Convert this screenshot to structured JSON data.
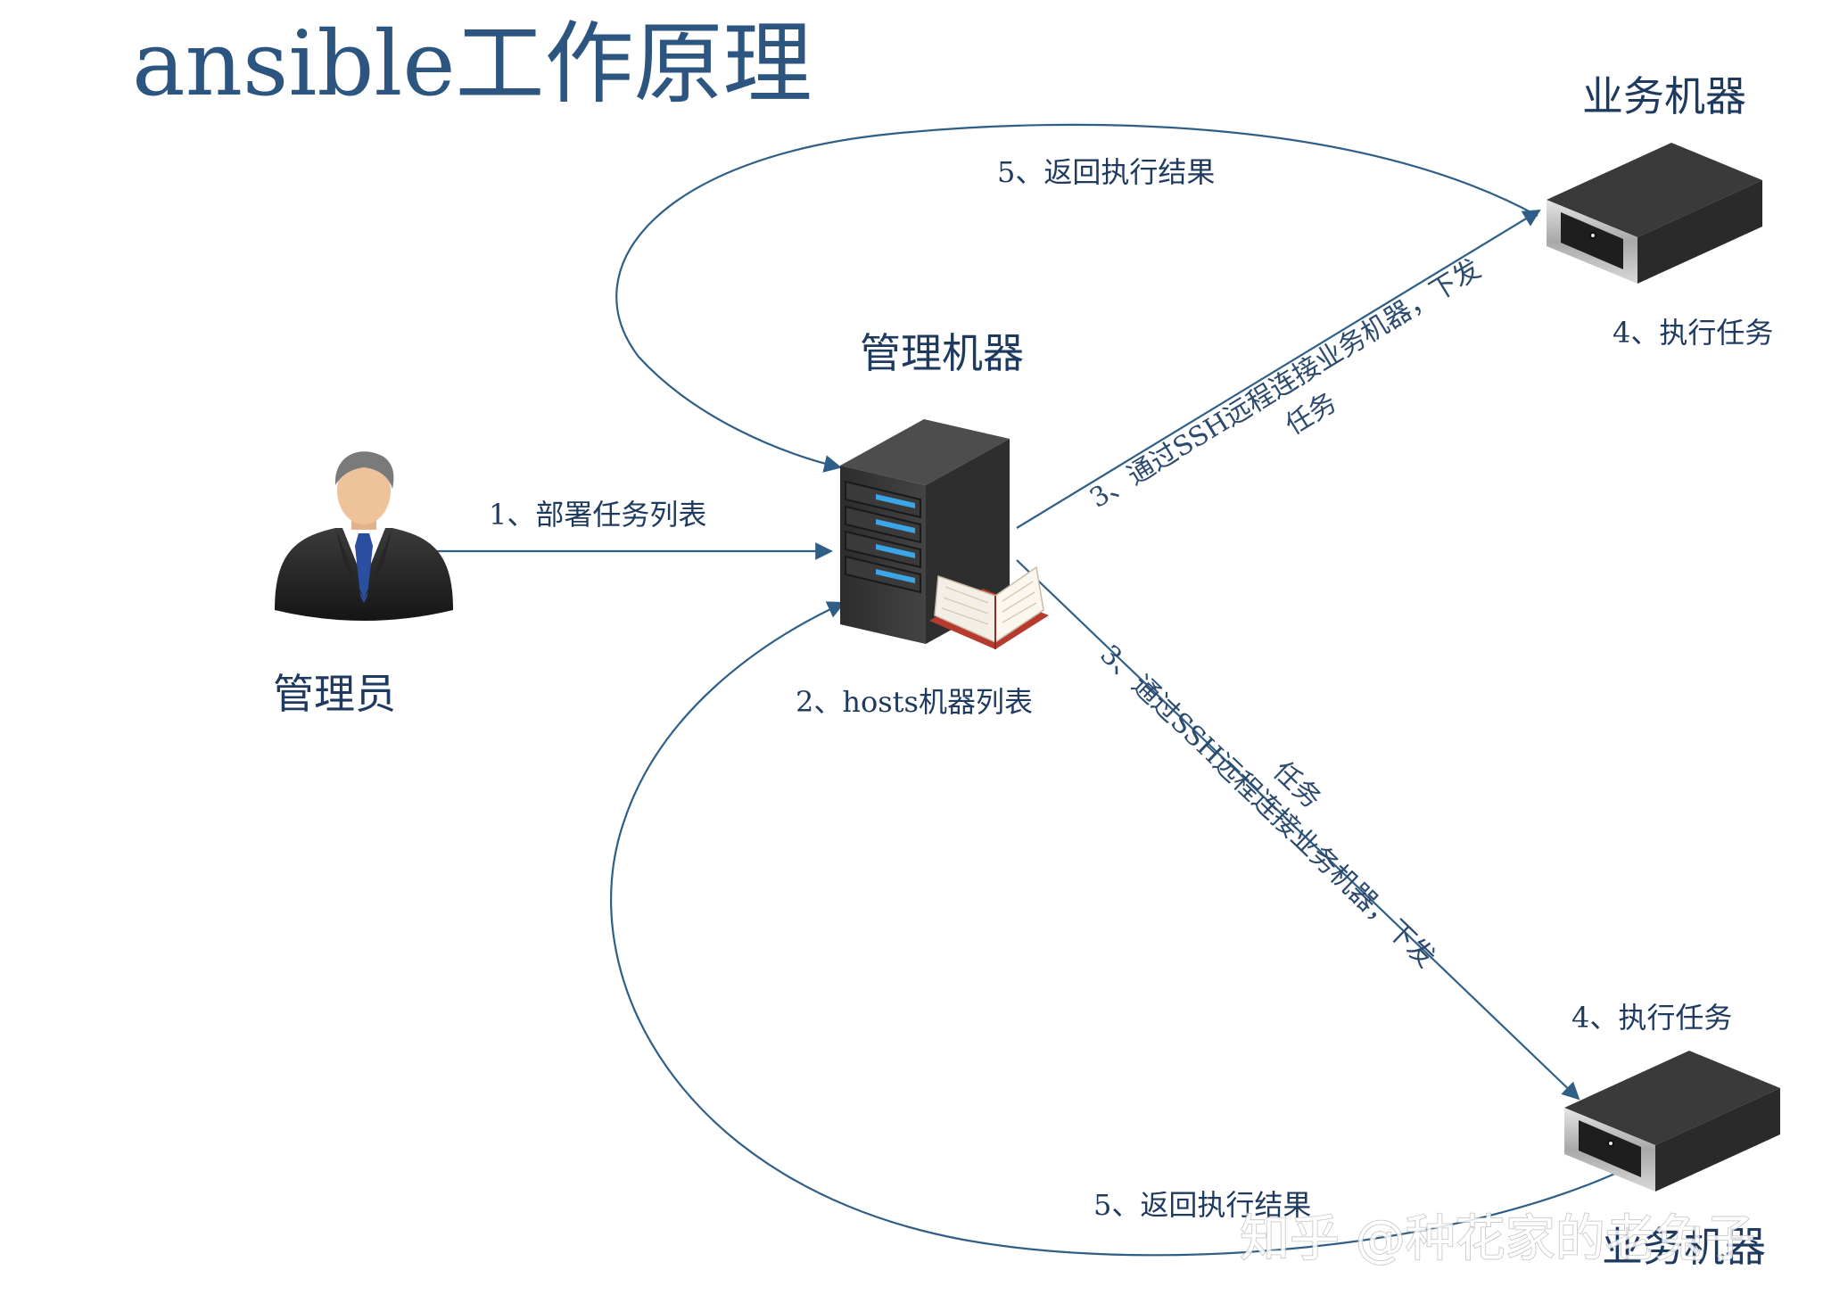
{
  "title": "ansible工作原理",
  "nodes": {
    "admin": {
      "label": "管理员",
      "icon": "person-icon"
    },
    "control": {
      "label": "管理机器",
      "icon": "tower-server-icon",
      "sub_label": "2、hosts机器列表",
      "sub_icon": "open-book-icon"
    },
    "target_top": {
      "label": "业务机器",
      "icon": "rack-server-icon",
      "task_label": "4、执行任务"
    },
    "target_bottom": {
      "label": "业务机器",
      "icon": "rack-server-icon",
      "task_label": "4、执行任务"
    }
  },
  "edges": {
    "deploy": "1、部署任务列表",
    "connect_top_line1": "3、通过SSH远程连接业务机器，下发",
    "connect_top_line2": "任务",
    "connect_bottom_line1": "3、通过SSH远程连接业务机器，下发",
    "connect_bottom_line2": "任务",
    "return_top": "5、返回执行结果",
    "return_bottom": "5、返回执行结果"
  },
  "watermark": "知乎 @种花家的老兔子",
  "colors": {
    "title": "#2c5580",
    "text": "#1f3a5f",
    "edge": "#2f5f86",
    "server_dark": "#3a3a3a",
    "server_led": "#3aa6e8"
  }
}
